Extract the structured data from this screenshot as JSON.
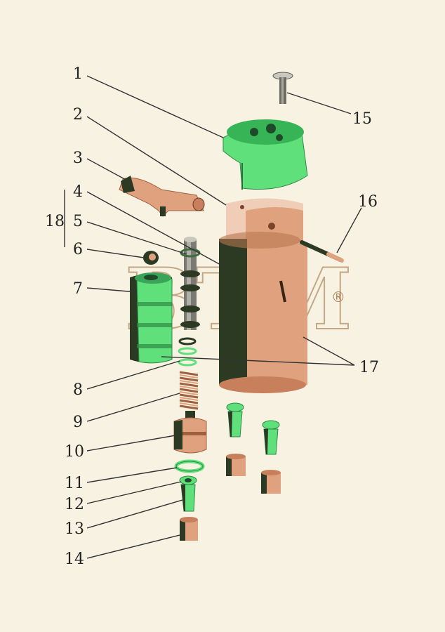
{
  "watermark": {
    "text": "BTM",
    "registered": "®"
  },
  "callouts": {
    "n1": "1",
    "n2": "2",
    "n3": "3",
    "n4": "4",
    "n5": "5",
    "n6": "6",
    "n7": "7",
    "n8": "8",
    "n9": "9",
    "n10": "10",
    "n11": "11",
    "n12": "12",
    "n13": "13",
    "n14": "14",
    "n15": "15",
    "n16": "16",
    "n17": "17",
    "n18": "18"
  },
  "colors": {
    "green": "#5fe07a",
    "green_dark": "#2f8a45",
    "copper": "#e0a27e",
    "copper_dark": "#a0603e",
    "shadow": "#2c3a24",
    "steel": "#7a7a72"
  }
}
